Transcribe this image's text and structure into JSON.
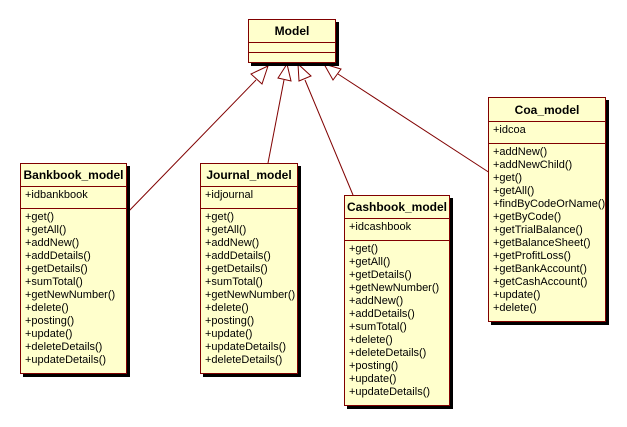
{
  "classes": {
    "model": {
      "name": "Model",
      "attributes": [],
      "operations": []
    },
    "bankbook": {
      "name": "Bankbook_model",
      "attributes": [
        "+idbankbook"
      ],
      "operations": [
        "+get()",
        "+getAll()",
        "+addNew()",
        "+addDetails()",
        "+getDetails()",
        "+sumTotal()",
        "+getNewNumber()",
        "+delete()",
        "+posting()",
        "+update()",
        "+deleteDetails()",
        "+updateDetails()"
      ]
    },
    "journal": {
      "name": "Journal_model",
      "attributes": [
        "+idjournal"
      ],
      "operations": [
        "+get()",
        "+getAll()",
        "+addNew()",
        "+addDetails()",
        "+getDetails()",
        "+sumTotal()",
        "+getNewNumber()",
        "+delete()",
        "+posting()",
        "+update()",
        "+updateDetails()",
        "+deleteDetails()"
      ]
    },
    "cashbook": {
      "name": "Cashbook_model",
      "attributes": [
        "+idcashbook"
      ],
      "operations": [
        "+get()",
        "+getAll()",
        "+getDetails()",
        "+getNewNumber()",
        "+addNew()",
        "+addDetails()",
        "+sumTotal()",
        "+delete()",
        "+deleteDetails()",
        "+posting()",
        "+update()",
        "+updateDetails()"
      ]
    },
    "coa": {
      "name": "Coa_model",
      "attributes": [
        "+idcoa"
      ],
      "operations": [
        "+addNew()",
        "+addNewChild()",
        "+get()",
        "+getAll()",
        "+findByCodeOrName()",
        "+getByCode()",
        "+getTrialBalance()",
        "+getBalanceSheet()",
        "+getProfitLoss()",
        "+getBankAccount()",
        "+getCashAccount()",
        "+update()",
        "+delete()"
      ]
    }
  },
  "colors": {
    "fill": "#ffffcc",
    "border": "#800000",
    "shadow": "#000000",
    "edge": "#800000"
  }
}
